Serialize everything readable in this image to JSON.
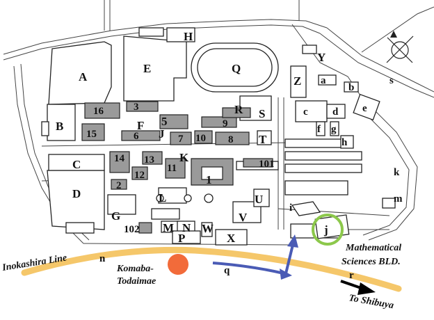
{
  "map": {
    "line_name": "Inokashira Line",
    "station_name_line1": "Komaba-",
    "station_name_line2": "Todaimae",
    "destination_label": "To Shibuya",
    "target_building_line1": "Mathematical",
    "target_building_line2": "Sciences BLD.",
    "target_label": "j",
    "colors": {
      "railway": "#f5c76a",
      "station": "#f26b3a",
      "route_arrow": "#4a5bb5",
      "target_circle": "#8cc84b",
      "direction_arrow": "#000000"
    },
    "labels_large": [
      "A",
      "B",
      "C",
      "D",
      "E",
      "G",
      "H",
      "K",
      "L",
      "M",
      "N",
      "P",
      "Q",
      "R",
      "S",
      "T",
      "U",
      "V",
      "W",
      "X",
      "Y",
      "Z",
      "F",
      "J"
    ],
    "labels_numbers": [
      "1",
      "2",
      "3",
      "5",
      "6",
      "7",
      "8",
      "9",
      "10",
      "11",
      "12",
      "13",
      "14",
      "15",
      "16",
      "101",
      "102"
    ],
    "labels_small": [
      "a",
      "b",
      "c",
      "d",
      "e",
      "f",
      "g",
      "h",
      "i",
      "k",
      "m",
      "n",
      "q",
      "r",
      "s"
    ]
  }
}
